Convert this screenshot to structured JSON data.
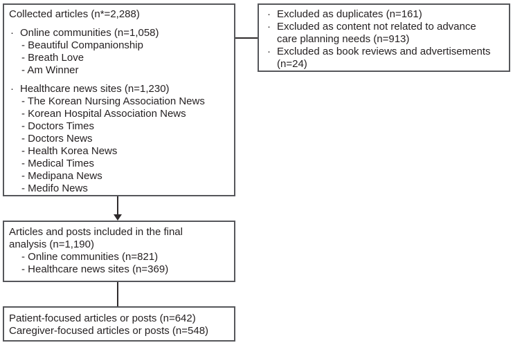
{
  "diagram": {
    "colors": {
      "border": "#55565a",
      "text": "#231f20",
      "connector": "#2e2a2b"
    },
    "collected_box": {
      "title": "Collected articles (n*=2,288)",
      "groups": [
        {
          "bullet": "·",
          "label": "Online communities (n=1,058)",
          "items": [
            "- Beautiful Companionship",
            "- Breath Love",
            "- Am Winner"
          ]
        },
        {
          "bullet": "·",
          "label": "Healthcare news sites (n=1,230)",
          "items": [
            "- The Korean Nursing Association News",
            "- Korean Hospital Association News",
            "- Doctors Times",
            "- Doctors News",
            "- Health Korea News",
            "- Medical Times",
            "- Medipana News",
            "- Medifo News"
          ]
        }
      ]
    },
    "excluded_box": {
      "items": [
        {
          "bullet": "·",
          "lines": [
            "Excluded as duplicates (n=161)"
          ]
        },
        {
          "bullet": "·",
          "lines": [
            "Excluded as content not related to advance",
            "care planning needs (n=913)"
          ]
        },
        {
          "bullet": "·",
          "lines": [
            "Excluded as book reviews and advertisements",
            "(n=24)"
          ]
        }
      ]
    },
    "included_box": {
      "title_lines": [
        "Articles and posts included in the final",
        "analysis (n=1,190)"
      ],
      "items": [
        "- Online communities (n=821)",
        "- Healthcare news sites (n=369)"
      ]
    },
    "focus_box": {
      "lines": [
        "Patient-focused articles or posts (n=642)",
        "Caregiver-focused articles or posts (n=548)"
      ]
    }
  }
}
